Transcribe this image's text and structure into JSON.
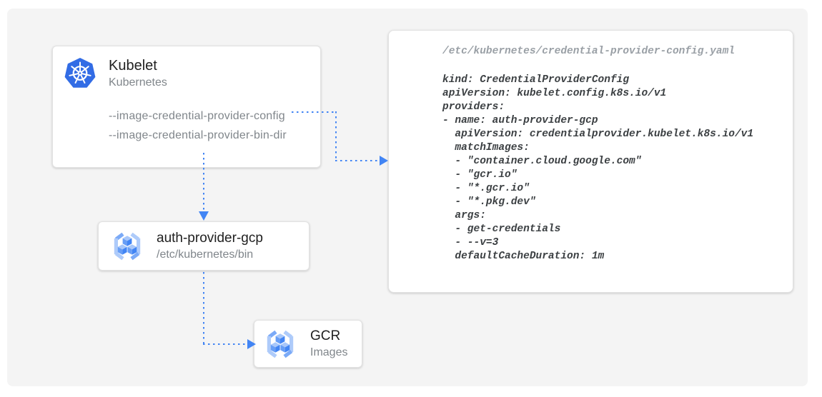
{
  "diagram": {
    "nodes": {
      "kubelet": {
        "title": "Kubelet",
        "subtitle": "Kubernetes",
        "icon": "kubernetes-helm-logo",
        "flags": [
          "--image-credential-provider-config",
          "--image-credential-provider-bin-dir"
        ]
      },
      "auth_provider": {
        "title": "auth-provider-gcp",
        "subtitle": "/etc/kubernetes/bin",
        "icon": "gcr-cubes-icon"
      },
      "gcr": {
        "title": "GCR",
        "subtitle": "Images",
        "icon": "gcr-cubes-icon"
      }
    },
    "code_panel": {
      "filename": "/etc/kubernetes/credential-provider-config.yaml",
      "lines": [
        "kind: CredentialProviderConfig",
        "apiVersion: kubelet.config.k8s.io/v1",
        "providers:",
        "- name: auth-provider-gcp",
        "  apiVersion: credentialprovider.kubelet.k8s.io/v1",
        "  matchImages:",
        "  - \"container.cloud.google.com\"",
        "  - \"gcr.io\"",
        "  - \"*.gcr.io\"",
        "  - \"*.pkg.dev\"",
        "  args:",
        "  - get-credentials",
        "  - --v=3",
        "  defaultCacheDuration: 1m"
      ]
    },
    "connectors": [
      {
        "from": "kubelet-config-flag",
        "to": "yaml-config-panel",
        "style": "dotted-blue-arrow"
      },
      {
        "from": "kubelet",
        "to": "auth-provider-gcp",
        "style": "dotted-blue-arrow"
      },
      {
        "from": "auth-provider-gcp",
        "to": "gcr",
        "style": "dotted-blue-arrow"
      }
    ],
    "colors": {
      "arrow_blue": "#4285F4",
      "kubernetes_blue": "#326CE5",
      "cube_light": "#A8C7FA",
      "cube_mid": "#669DF6",
      "cube_dark": "#4285F4",
      "bracket_light": "#AECBFA",
      "bracket_mid": "#7BAAF7",
      "title_text": "#212121",
      "muted_text": "#80868B",
      "code_text": "#3C4043",
      "filename_text": "#9AA0A6",
      "panel_bg": "#F4F4F4",
      "card_bg": "#FFFFFF",
      "card_border": "#E2E2E2"
    }
  }
}
